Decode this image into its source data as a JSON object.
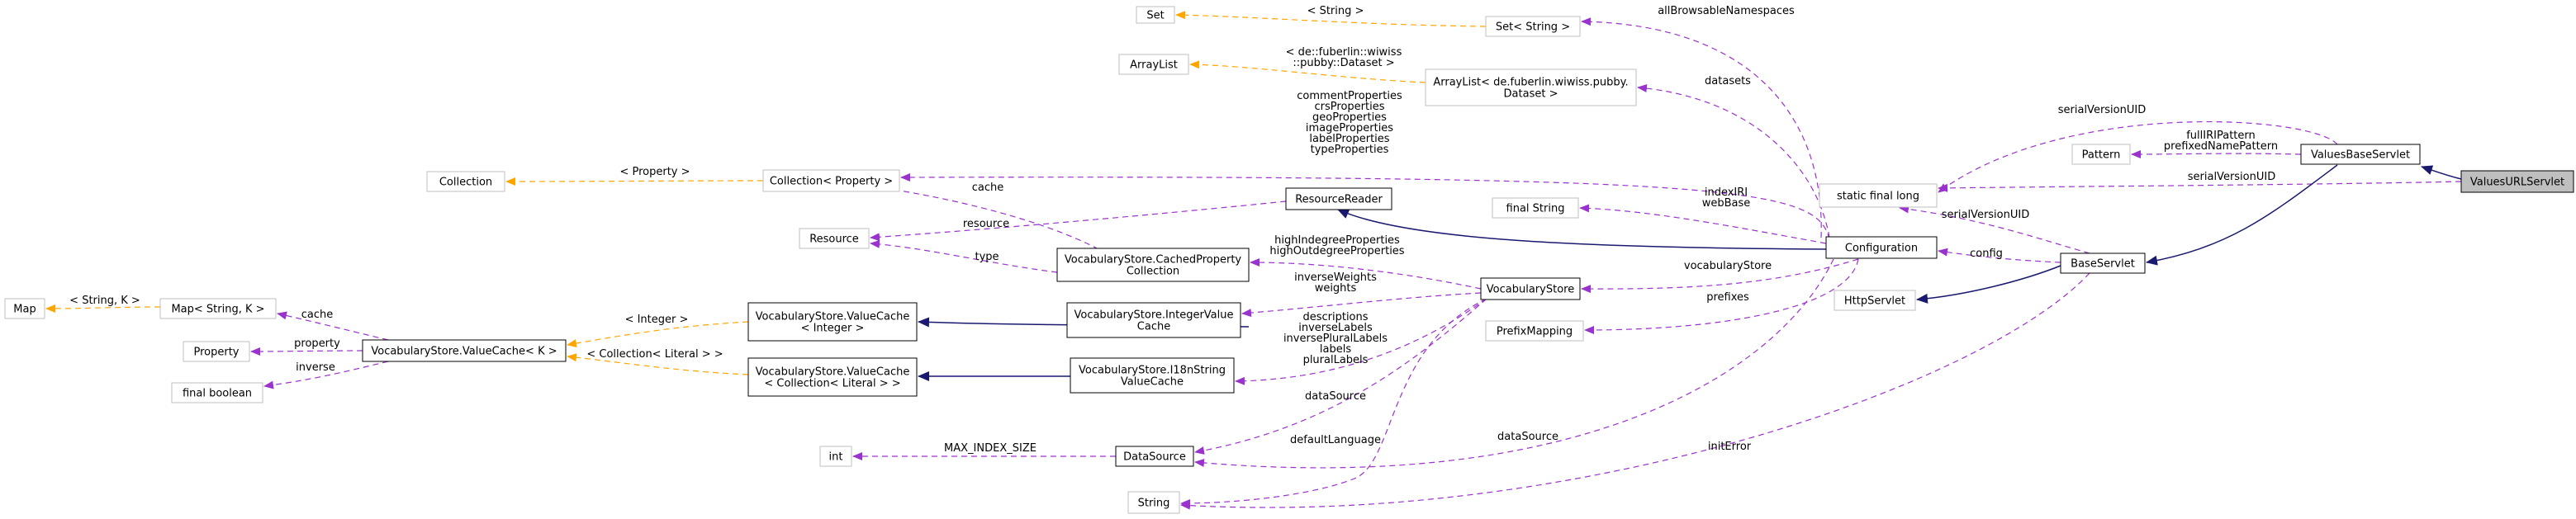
{
  "nodes": [
    {
      "id": "set",
      "label": "Set",
      "kind": "gray"
    },
    {
      "id": "set_string",
      "label": "Set< String >",
      "kind": "gray"
    },
    {
      "id": "arraylist",
      "label": "ArrayList",
      "kind": "gray"
    },
    {
      "id": "arraylist_dataset",
      "lines": [
        "ArrayList< de.fuberlin.wiwiss.pubby.",
        "Dataset >"
      ],
      "kind": "gray"
    },
    {
      "id": "collection",
      "label": "Collection",
      "kind": "gray"
    },
    {
      "id": "collection_property",
      "label": "Collection< Property >",
      "kind": "gray"
    },
    {
      "id": "resource",
      "label": "Resource",
      "kind": "gray"
    },
    {
      "id": "resource_reader",
      "label": "ResourceReader",
      "kind": "black"
    },
    {
      "id": "cached_property_collection",
      "lines": [
        "VocabularyStore.CachedProperty",
        "Collection"
      ],
      "kind": "black"
    },
    {
      "id": "map",
      "label": "Map",
      "kind": "gray"
    },
    {
      "id": "map_string_k",
      "label": "Map< String, K >",
      "kind": "gray"
    },
    {
      "id": "property",
      "label": "Property",
      "kind": "gray"
    },
    {
      "id": "value_cache_k",
      "label": "VocabularyStore.ValueCache< K >",
      "kind": "black"
    },
    {
      "id": "final_boolean",
      "label": "final boolean",
      "kind": "gray"
    },
    {
      "id": "value_cache_integer",
      "lines": [
        "VocabularyStore.ValueCache",
        "< Integer >"
      ],
      "kind": "black"
    },
    {
      "id": "value_cache_collection_literal",
      "lines": [
        "VocabularyStore.ValueCache",
        "< Collection< Literal > >"
      ],
      "kind": "black"
    },
    {
      "id": "integer_value_cache",
      "lines": [
        "VocabularyStore.IntegerValue",
        "Cache"
      ],
      "kind": "black"
    },
    {
      "id": "i18n_value_cache",
      "lines": [
        "VocabularyStore.I18nString",
        "ValueCache"
      ],
      "kind": "black"
    },
    {
      "id": "int",
      "label": "int",
      "kind": "gray"
    },
    {
      "id": "data_source",
      "label": "DataSource",
      "kind": "black"
    },
    {
      "id": "string",
      "label": "String",
      "kind": "gray"
    },
    {
      "id": "vocabulary_store",
      "label": "VocabularyStore",
      "kind": "black"
    },
    {
      "id": "final_string",
      "label": "final String",
      "kind": "gray"
    },
    {
      "id": "prefix_mapping",
      "label": "PrefixMapping",
      "kind": "gray"
    },
    {
      "id": "configuration",
      "label": "Configuration",
      "kind": "black"
    },
    {
      "id": "static_final_long",
      "label": "static final long",
      "kind": "gray"
    },
    {
      "id": "http_servlet",
      "label": "HttpServlet",
      "kind": "gray"
    },
    {
      "id": "base_servlet",
      "label": "BaseServlet",
      "kind": "black"
    },
    {
      "id": "pattern",
      "label": "Pattern",
      "kind": "gray"
    },
    {
      "id": "values_base_servlet",
      "label": "ValuesBaseServlet",
      "kind": "black"
    },
    {
      "id": "values_url_servlet",
      "label": "ValuesURLServlet",
      "kind": "focus"
    }
  ],
  "edge_labels": [
    {
      "id": "el_set_string",
      "lines": [
        "< String >"
      ],
      "type": "template"
    },
    {
      "id": "el_all_browsable",
      "lines": [
        "allBrowsableNamespaces"
      ],
      "type": "usage"
    },
    {
      "id": "el_dataset_tpl",
      "lines": [
        "< de::fuberlin::wiwiss",
        "::pubby::Dataset >"
      ],
      "type": "template"
    },
    {
      "id": "el_datasets",
      "lines": [
        "datasets"
      ],
      "type": "usage"
    },
    {
      "id": "el_props",
      "lines": [
        "commentProperties",
        "crsProperties",
        "geoProperties",
        "imageProperties",
        "labelProperties",
        "typeProperties"
      ],
      "type": "usage"
    },
    {
      "id": "el_property_tpl",
      "lines": [
        "< Property >"
      ],
      "type": "template"
    },
    {
      "id": "el_cache_top",
      "lines": [
        "cache"
      ],
      "type": "usage"
    },
    {
      "id": "el_resource",
      "lines": [
        "resource"
      ],
      "type": "usage"
    },
    {
      "id": "el_type",
      "lines": [
        "type"
      ],
      "type": "usage"
    },
    {
      "id": "el_indegree",
      "lines": [
        "highIndegreeProperties",
        "highOutdegreeProperties"
      ],
      "type": "usage"
    },
    {
      "id": "el_index_iri",
      "lines": [
        "indexIRI",
        "webBase"
      ],
      "type": "usage"
    },
    {
      "id": "el_vocab_store",
      "lines": [
        "vocabularyStore"
      ],
      "type": "usage"
    },
    {
      "id": "el_prefixes",
      "lines": [
        "prefixes"
      ],
      "type": "usage"
    },
    {
      "id": "el_string_k",
      "lines": [
        "< String, K >"
      ],
      "type": "template"
    },
    {
      "id": "el_cache_left",
      "lines": [
        "cache"
      ],
      "type": "usage"
    },
    {
      "id": "el_integer_tpl",
      "lines": [
        "< Integer >"
      ],
      "type": "template"
    },
    {
      "id": "el_property",
      "lines": [
        "property"
      ],
      "type": "usage"
    },
    {
      "id": "el_inverse",
      "lines": [
        "inverse"
      ],
      "type": "usage"
    },
    {
      "id": "el_collection_literal",
      "lines": [
        "< Collection< Literal > >"
      ],
      "type": "template"
    },
    {
      "id": "el_weights",
      "lines": [
        "inverseWeights",
        "weights"
      ],
      "type": "usage"
    },
    {
      "id": "el_descriptions",
      "lines": [
        "descriptions",
        "inverseLabels",
        "inversePluralLabels",
        "labels",
        "pluralLabels"
      ],
      "type": "usage"
    },
    {
      "id": "el_data_source_vs",
      "lines": [
        "dataSource"
      ],
      "type": "usage"
    },
    {
      "id": "el_max_index",
      "lines": [
        "MAX_INDEX_SIZE"
      ],
      "type": "usage"
    },
    {
      "id": "el_default_language",
      "lines": [
        "defaultLanguage"
      ],
      "type": "usage"
    },
    {
      "id": "el_data_source_cfg",
      "lines": [
        "dataSource"
      ],
      "type": "usage"
    },
    {
      "id": "el_init_error",
      "lines": [
        "initError"
      ],
      "type": "usage"
    },
    {
      "id": "el_serial_top",
      "lines": [
        "serialVersionUID"
      ],
      "type": "usage"
    },
    {
      "id": "el_full_iri",
      "lines": [
        "fullIRIPattern",
        "prefixedNamePattern"
      ],
      "type": "usage"
    },
    {
      "id": "el_serial_mid",
      "lines": [
        "serialVersionUID"
      ],
      "type": "usage"
    },
    {
      "id": "el_serial_base",
      "lines": [
        "serialVersionUID"
      ],
      "type": "usage"
    },
    {
      "id": "el_config",
      "lines": [
        "config"
      ],
      "type": "usage"
    }
  ],
  "colors": {
    "usage": "#9a32cd",
    "template": "#ffa500",
    "inheritance": "#191970",
    "node_border_black": "#000000",
    "node_border_gray": "#bfbfbf",
    "focus_fill": "#bfbfbf",
    "text": "#000000"
  }
}
